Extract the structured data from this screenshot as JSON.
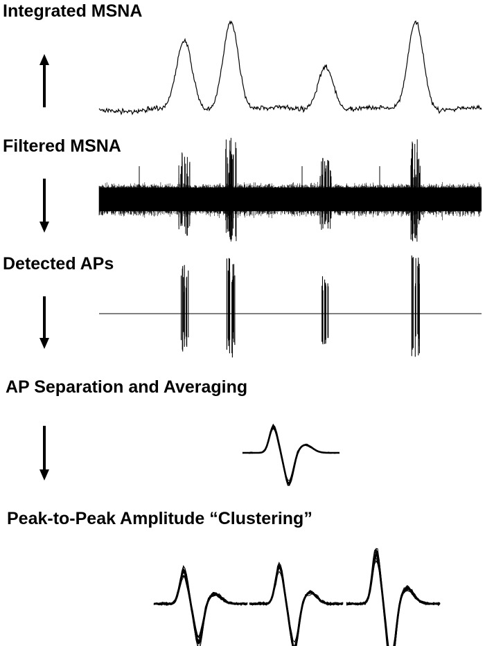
{
  "stages": [
    {
      "id": "integrated",
      "label": "Integrated MSNA"
    },
    {
      "id": "filtered",
      "label": "Filtered MSNA"
    },
    {
      "id": "detected",
      "label": "Detected APs"
    },
    {
      "id": "separation",
      "label": "AP Separation and Averaging"
    },
    {
      "id": "clustering",
      "label": "Peak-to-Peak Amplitude “Clustering”"
    }
  ],
  "bursts": [
    {
      "name": "burst-1",
      "relative_amplitude": 0.75
    },
    {
      "name": "burst-2",
      "relative_amplitude": 1.0
    },
    {
      "name": "burst-3",
      "relative_amplitude": 0.5
    },
    {
      "name": "burst-4",
      "relative_amplitude": 1.0
    }
  ],
  "clusters": [
    {
      "name": "cluster-1",
      "relative_amplitude": 0.6
    },
    {
      "name": "cluster-2",
      "relative_amplitude": 0.7
    },
    {
      "name": "cluster-3",
      "relative_amplitude": 1.0
    }
  ],
  "colors": {
    "ink": "#000000",
    "background": "#ffffff"
  }
}
